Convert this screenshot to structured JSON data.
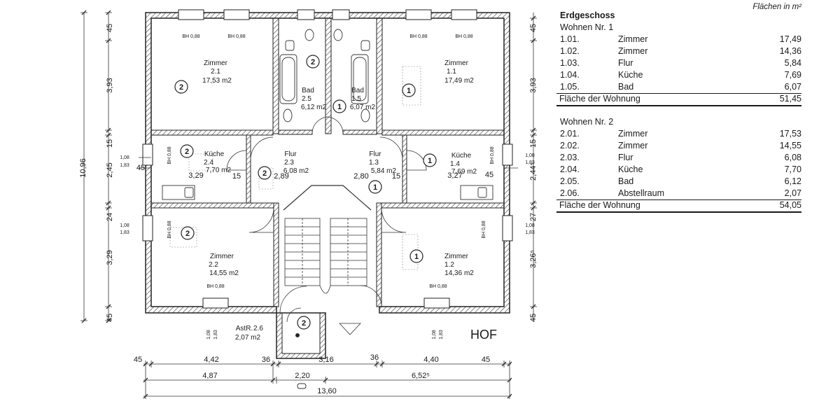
{
  "table": {
    "unit": "Flächen in m²",
    "floor": "Erdgeschoss",
    "apartments": [
      {
        "title": "Wohnen Nr. 1",
        "rows": [
          {
            "num": "1.01.",
            "name": "Zimmer",
            "area": "17,49"
          },
          {
            "num": "1.02.",
            "name": "Zimmer",
            "area": "14,36"
          },
          {
            "num": "1.03.",
            "name": "Flur",
            "area": "5,84"
          },
          {
            "num": "1.04.",
            "name": "Küche",
            "area": "7,69"
          },
          {
            "num": "1.05.",
            "name": "Bad",
            "area": "6,07"
          }
        ],
        "total_label": "Fläche der Wohnung",
        "total": "51,45"
      },
      {
        "title": "Wohnen Nr. 2",
        "rows": [
          {
            "num": "2.01.",
            "name": "Zimmer",
            "area": "17,53"
          },
          {
            "num": "2.02.",
            "name": "Zimmer",
            "area": "14,55"
          },
          {
            "num": "2.03.",
            "name": "Flur",
            "area": "6,08"
          },
          {
            "num": "2.04.",
            "name": "Küche",
            "area": "7,70"
          },
          {
            "num": "2.05.",
            "name": "Bad",
            "area": "6,12"
          },
          {
            "num": "2.06.",
            "name": "Abstellraum",
            "area": "2,07"
          }
        ],
        "total_label": "Fläche der Wohnung",
        "total": "54,05"
      }
    ]
  },
  "plan": {
    "yard_label": "HOF",
    "rooms": [
      {
        "name": "Zimmer",
        "id": "2.1",
        "area": "17,53 m2",
        "unit": "2"
      },
      {
        "name": "Zimmer",
        "id": "1.1",
        "area": "17,49 m2",
        "unit": "1"
      },
      {
        "name": "Bad",
        "id": "2.5",
        "area": "6,12 m2",
        "unit": "2"
      },
      {
        "name": "Bad",
        "id": "1.5",
        "area": "6,07 m2",
        "unit": "1"
      },
      {
        "name": "Küche",
        "id": "2.4",
        "area": "7,70 m2",
        "unit": "2"
      },
      {
        "name": "Küche",
        "id": "1.4",
        "area": "7,69 m2",
        "unit": "1"
      },
      {
        "name": "Flur",
        "id": "2.3",
        "area": "6,08 m2",
        "unit": "2"
      },
      {
        "name": "Flur",
        "id": "1.3",
        "area": "5,84 m2",
        "unit": "1"
      },
      {
        "name": "Zimmer",
        "id": "2.2",
        "area": "14,55 m2",
        "unit": "2"
      },
      {
        "name": "Zimmer",
        "id": "1.2",
        "area": "14,36 m2",
        "unit": "1"
      },
      {
        "name": "AstR.",
        "id": "2.6",
        "area": "2,07 m2",
        "unit": "2"
      }
    ],
    "window_label": "BH 0,88",
    "window_width": "1,08",
    "window_height": "1,83",
    "dims_bottom_1": [
      "45",
      "4,42",
      "36",
      "3,16",
      "36",
      "4,40",
      "45"
    ],
    "dims_bottom_2": [
      "4,87",
      "2,20",
      "6,52⁵"
    ],
    "dims_bottom_total": "13,60",
    "dims_left": [
      "45",
      "3,93",
      "15",
      "2,45",
      "24",
      "3,29",
      "45"
    ],
    "dims_left_total": "10,96",
    "dims_right": [
      "45",
      "3,93",
      "15",
      "2,44⁵",
      "27",
      "3,26⁵",
      "45"
    ],
    "kitchen_widths": [
      "3,29",
      "3,27"
    ],
    "hall_widths": [
      "2,89",
      "2,80"
    ],
    "small_dims": [
      "45",
      "15",
      "15",
      "45"
    ]
  }
}
